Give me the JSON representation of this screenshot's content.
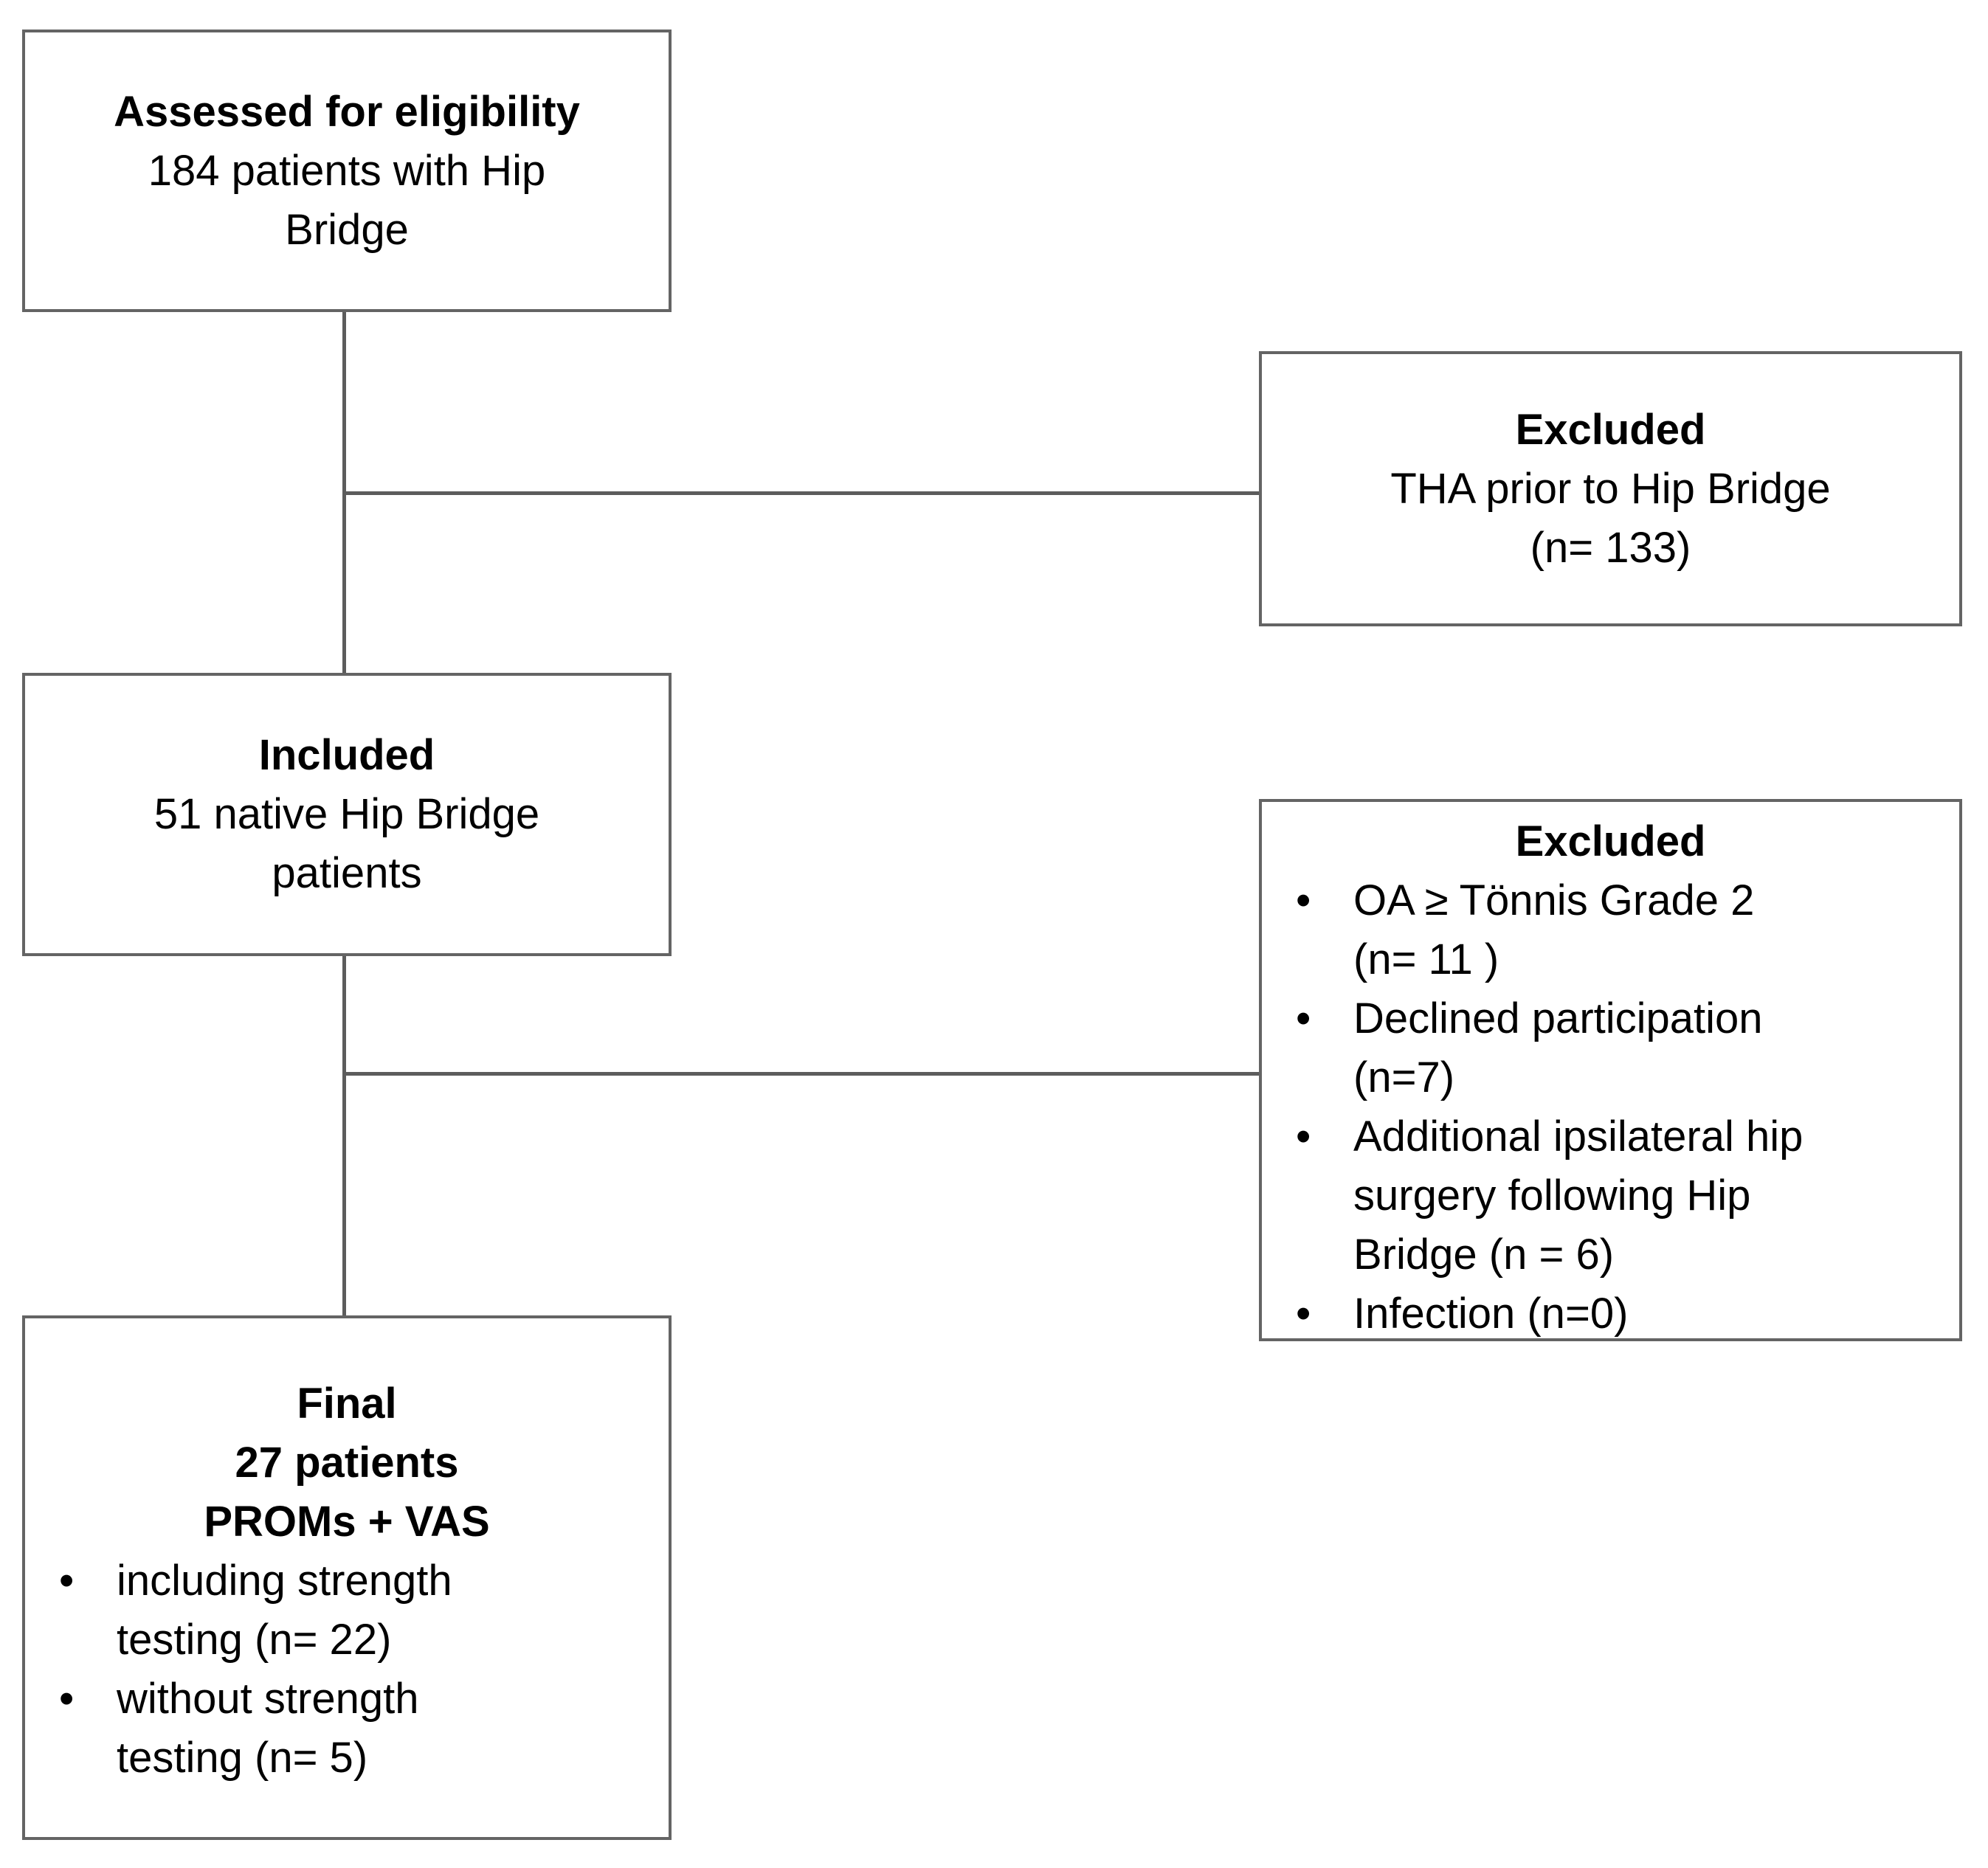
{
  "diagram": {
    "type": "patient-flow-chart",
    "colors": {
      "background": "#ffffff",
      "box_border": "#646464",
      "connector_line": "#5c5c5c",
      "text": "#000000"
    },
    "boxes": {
      "assessed": {
        "title": "Assessed for eligibility",
        "body": "184 patients with Hip\nBridge"
      },
      "excluded_tha": {
        "title": "Excluded",
        "body": "THA prior to Hip Bridge\n(n= 133)"
      },
      "included": {
        "title": "Included",
        "body": "51 native Hip Bridge\npatients"
      },
      "excluded_other": {
        "title": "Excluded",
        "bullets": [
          "OA ≥ Tönnis Grade 2\n(n= 11 )",
          "Declined participation\n(n=7)",
          "Additional ipsilateral hip\nsurgery following Hip\nBridge (n = 6)",
          "Infection (n=0)"
        ]
      },
      "final": {
        "title": "Final\n27 patients\nPROMs + VAS",
        "bullets": [
          "including strength\ntesting (n= 22)",
          "without strength\ntesting (n= 5)"
        ]
      }
    }
  }
}
